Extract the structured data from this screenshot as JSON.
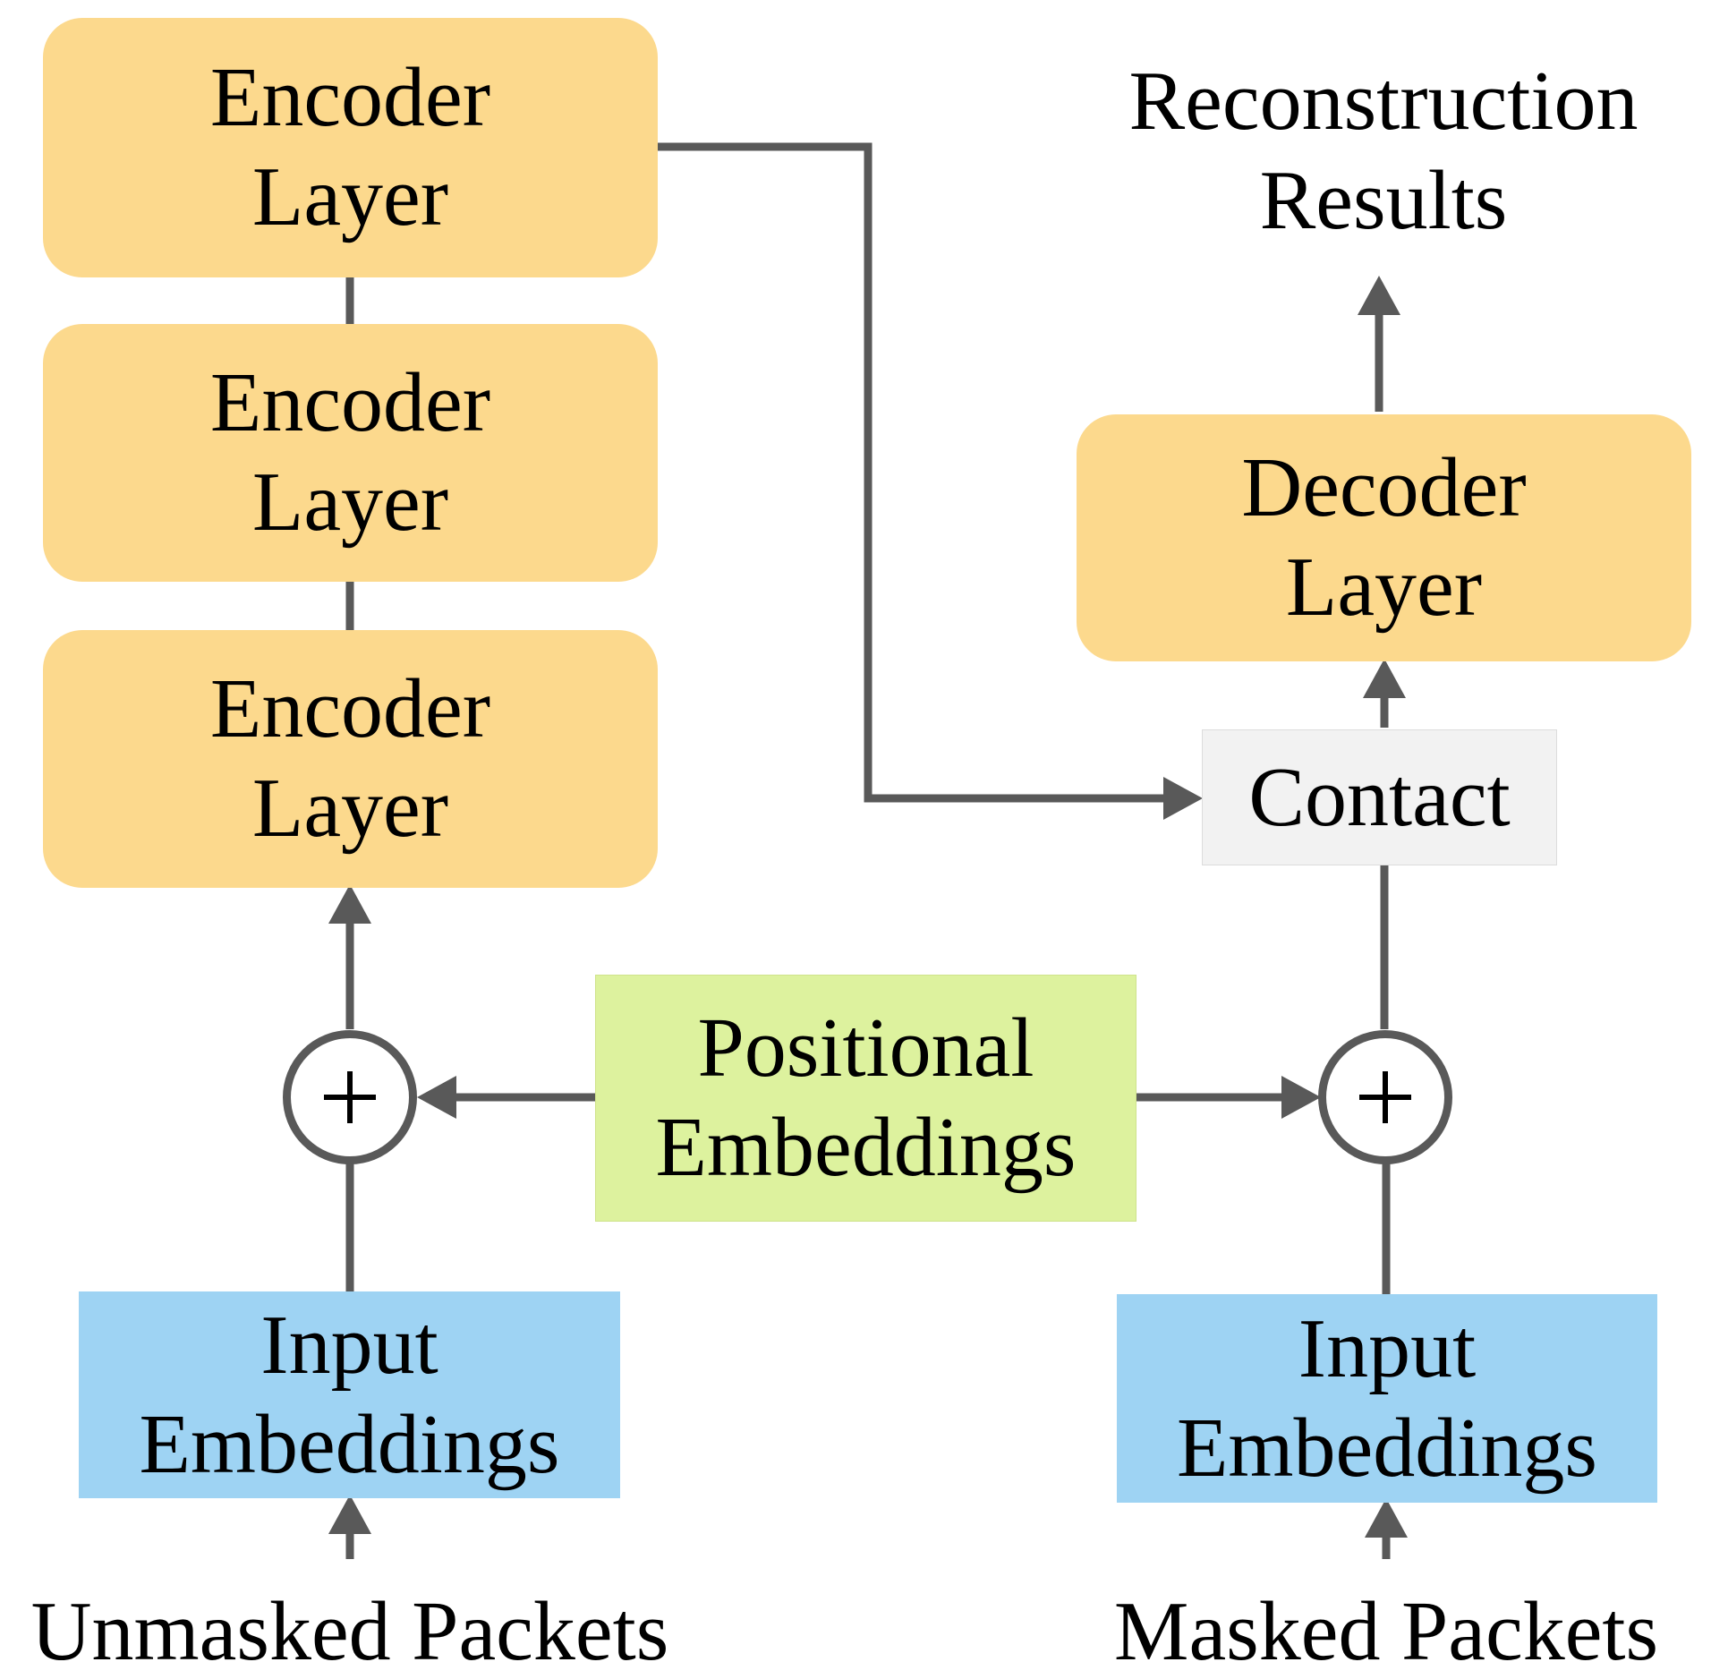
{
  "colors": {
    "layer_fill": "#FCD98D",
    "positional_fill": "#DDF29E",
    "input_fill": "#9ED3F3",
    "contact_fill": "#F2F2F2",
    "connector": "#595959"
  },
  "encoder_stack": [
    {
      "line1": "Encoder",
      "line2": "Layer"
    },
    {
      "line1": "Encoder",
      "line2": "Layer"
    },
    {
      "line1": "Encoder",
      "line2": "Layer"
    }
  ],
  "decoder": {
    "line1": "Decoder",
    "line2": "Layer"
  },
  "contact": {
    "label": "Contact"
  },
  "positional": {
    "line1": "Positional",
    "line2": "Embeddings"
  },
  "input_left": {
    "line1": "Input",
    "line2": "Embeddings"
  },
  "input_right": {
    "line1": "Input",
    "line2": "Embeddings"
  },
  "output": {
    "line1": "Reconstruction",
    "line2": "Results"
  },
  "sources": {
    "left": "Unmasked Packets",
    "right": "Masked Packets"
  },
  "operators": {
    "left": "add-icon",
    "right": "add-icon"
  }
}
